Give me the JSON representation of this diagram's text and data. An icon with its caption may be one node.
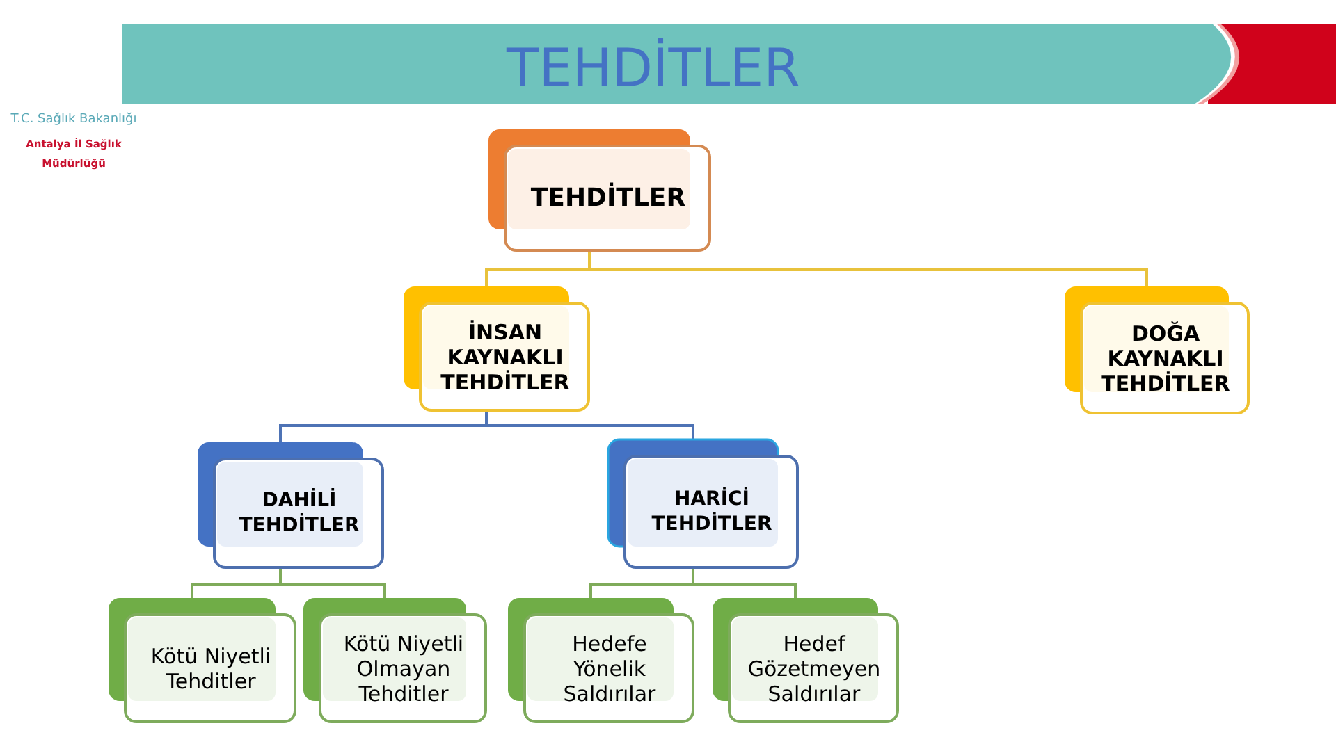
{
  "diagram": {
    "title": "TEHDİTLER",
    "nodes": [
      {
        "text": [
          "TEHDİTLER"
        ]
      },
      {
        "text": [
          "İNSAN KAYNAKLI TEHDİTLER"
        ]
      },
      {
        "text": [
          "DOĞA KAYNAKLI TEHDİTLER"
        ]
      },
      {
        "text": [
          "DAHİLİ TEHDİTLER"
        ]
      },
      {
        "text": [
          "HARİCİ TEHDİTLER"
        ]
      },
      {
        "text": [
          "Kötü Niyetli Tehditler"
        ]
      },
      {
        "text": [
          "Kötü Niyetli Olmayan Tehditler"
        ]
      },
      {
        "text": [
          "Hedefe Yönelik Saldırılar"
        ]
      },
      {
        "text": [
          "Hedef Gözetmeyen Saldırılar"
        ]
      }
    ],
    "edges": [
      {
        "from": 0,
        "to": 1,
        "arrow": "none",
        "color": "#e8c23c"
      },
      {
        "from": 0,
        "to": 2,
        "arrow": "none",
        "color": "#e8c23c"
      },
      {
        "from": 1,
        "to": 3,
        "arrow": "none",
        "color": "#4e73b5"
      },
      {
        "from": 1,
        "to": 4,
        "arrow": "none",
        "color": "#4e73b5"
      },
      {
        "from": 3,
        "to": 5,
        "arrow": "none"
      },
      {
        "from": 3,
        "to": 6,
        "arrow": "none"
      },
      {
        "from": 4,
        "to": 7,
        "arrow": "none"
      },
      {
        "from": 4,
        "to": 8,
        "arrow": "none"
      }
    ],
    "labels": [
      "T.C. Sağlık Bakanlığı",
      "Antalya İl Sağlık Müdürlüğü"
    ]
  }
}
